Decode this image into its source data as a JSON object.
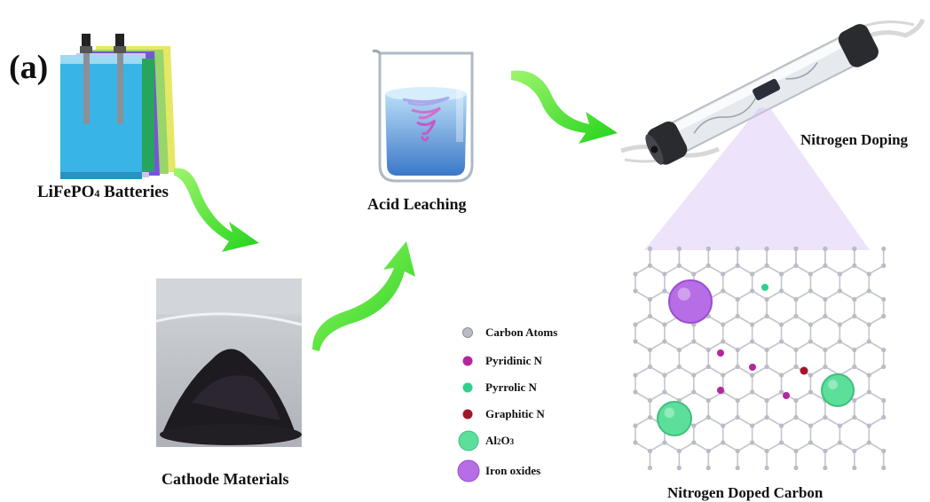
{
  "panel_label": "(a)",
  "steps": {
    "batteries": {
      "label_main": "LiFePO",
      "label_sub": "4",
      "label_rest": " Batteries"
    },
    "acid": {
      "label": "Acid Leaching"
    },
    "doping": {
      "label": "Nitrogen Doping"
    },
    "cathode": {
      "label": "Cathode Materials"
    },
    "ndc": {
      "label": "Nitrogen Doped Carbon"
    }
  },
  "legend": [
    {
      "key": "carbon",
      "label": "Carbon Atoms",
      "color": "#b9bcc6"
    },
    {
      "key": "pyridinic",
      "label": "Pyridinic N",
      "color": "#b3279e"
    },
    {
      "key": "pyrrolic",
      "label": "Pyrrolic N",
      "color": "#2fd08a"
    },
    {
      "key": "graphitic",
      "label": "Graphitic N",
      "color": "#a3162a"
    },
    {
      "key": "al2o3",
      "label_main": "Al",
      "label_sub1": "2",
      "label_mid": "O",
      "label_sub2": "3",
      "color": "#5ddf9c"
    },
    {
      "key": "iron",
      "label": "Iron oxides",
      "color": "#b76de6"
    }
  ],
  "colors": {
    "arrow": "#39e62b",
    "beam": "#d8c2f5"
  }
}
